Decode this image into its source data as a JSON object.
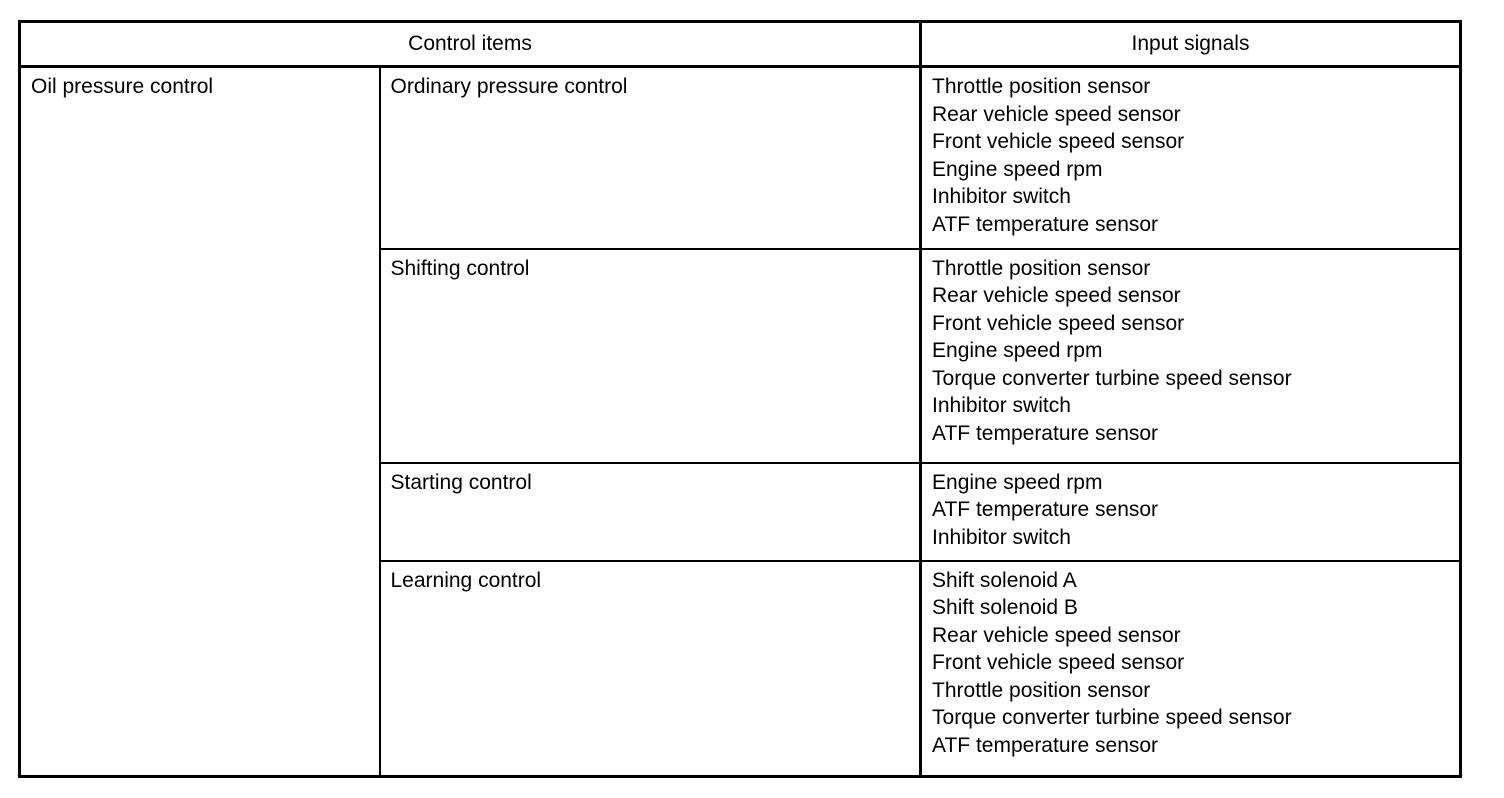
{
  "table": {
    "headers": {
      "control_items": "Control items",
      "input_signals": "Input signals"
    },
    "group_label": "Oil pressure control",
    "rows": [
      {
        "control": "Ordinary pressure control",
        "signals": [
          "Throttle position sensor",
          "Rear vehicle speed sensor",
          "Front vehicle speed sensor",
          "Engine speed rpm",
          "Inhibitor switch",
          "ATF temperature sensor"
        ]
      },
      {
        "control": "Shifting control",
        "signals": [
          "Throttle position sensor",
          "Rear vehicle speed sensor",
          "Front vehicle speed sensor",
          "Engine speed rpm",
          "Torque converter turbine speed sensor",
          "Inhibitor switch",
          "ATF temperature sensor"
        ]
      },
      {
        "control": "Starting control",
        "signals": [
          "Engine speed rpm",
          "ATF temperature sensor",
          "Inhibitor switch"
        ]
      },
      {
        "control": "Learning control",
        "signals": [
          "Shift solenoid A",
          "Shift solenoid B",
          "Rear vehicle speed sensor",
          "Front vehicle speed sensor",
          "Throttle position sensor",
          "Torque converter turbine speed sensor",
          "ATF temperature sensor"
        ]
      }
    ],
    "colors": {
      "border": "#000000",
      "text": "#000000",
      "background": "#ffffff"
    }
  }
}
